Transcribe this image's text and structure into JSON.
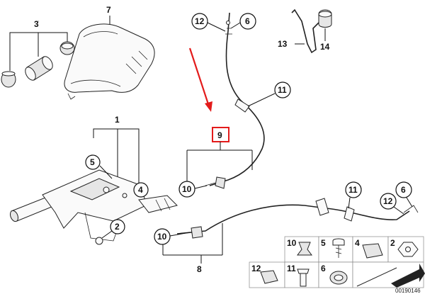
{
  "callouts": {
    "c1": "1",
    "c2": "2",
    "c3": "3",
    "c4": "4",
    "c5": "5",
    "c6_top": "6",
    "c6_right": "6",
    "c7": "7",
    "c8": "8",
    "c9": "9",
    "c10_upper": "10",
    "c10_lower": "10",
    "c11_upper": "11",
    "c11_lower": "11",
    "c12_top": "12",
    "c12_right": "12",
    "c13": "13",
    "c14": "14"
  },
  "legend": {
    "r1c1": "10",
    "r1c2": "5",
    "r1c3": "4",
    "r1c4": "2",
    "r2c1": "12",
    "r2c2": "11",
    "r2c3": "6"
  },
  "document_id": "00190146",
  "colors": {
    "highlight": "#e31b1b",
    "line": "#111111"
  }
}
